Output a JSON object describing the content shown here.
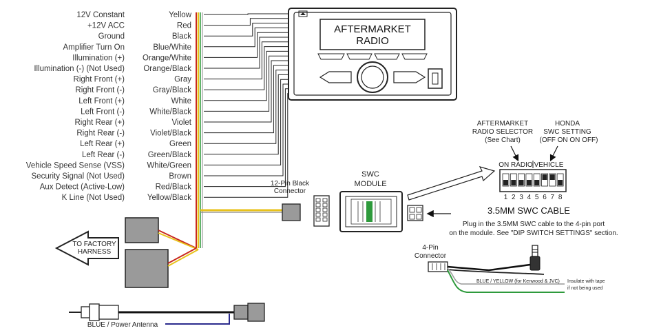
{
  "wires": [
    {
      "function": "12V Constant",
      "color": "Yellow"
    },
    {
      "function": "+12V ACC",
      "color": "Red"
    },
    {
      "function": "Ground",
      "color": "Black"
    },
    {
      "function": "Amplifier Turn On",
      "color": "Blue/White"
    },
    {
      "function": "Illumination (+)",
      "color": "Orange/White"
    },
    {
      "function": "Illumination (-) (Not Used)",
      "color": "Orange/Black"
    },
    {
      "function": "Right Front (+)",
      "color": "Gray"
    },
    {
      "function": "Right Front (-)",
      "color": "Gray/Black"
    },
    {
      "function": "Left Front (+)",
      "color": "White"
    },
    {
      "function": "Left Front (-)",
      "color": "White/Black"
    },
    {
      "function": "Right Rear (+)",
      "color": "Violet"
    },
    {
      "function": "Right Rear (-)",
      "color": "Violet/Black"
    },
    {
      "function": "Left Rear (+)",
      "color": "Green"
    },
    {
      "function": "Left Rear (-)",
      "color": "Green/Black"
    },
    {
      "function": "Vehicle Speed Sense (VSS)",
      "color": "White/Green"
    },
    {
      "function": "Security Signal (Not Used)",
      "color": "Brown"
    },
    {
      "function": "Aux Detect (Active-Low)",
      "color": "Red/Black"
    },
    {
      "function": "K Line (Not Used)",
      "color": "Yellow/Black"
    }
  ],
  "radio": {
    "line1": "AFTERMARKET",
    "line2": "RADIO"
  },
  "factory_harness": {
    "line1": "TO FACTORY",
    "line2": "HARNESS"
  },
  "connector_12pin": {
    "line1": "12-Pin Black",
    "line2": "Connector"
  },
  "swc_module": {
    "line1": "SWC",
    "line2": "MODULE"
  },
  "selector": {
    "line1": "AFTERMARKET",
    "line2": "RADIO SELECTOR",
    "line3": "(See Chart)"
  },
  "honda": {
    "line1": "HONDA",
    "line2": "SWC SETTING",
    "line3": "(OFF  ON  ON  OFF)"
  },
  "dip": {
    "on_radio": "ON RADIO",
    "vehicle": "VEHICLE",
    "numbers": [
      "1",
      "2",
      "3",
      "4",
      "5",
      "6",
      "7",
      "8"
    ]
  },
  "cable": {
    "title": "3.5MM SWC CABLE",
    "note1": "Plug in the 3.5MM SWC cable to the 4-pin port",
    "note2": "on the module. See \"DIP SWITCH SETTINGS\" section."
  },
  "connector_4pin": {
    "line1": "4-Pin",
    "line2": "Connector"
  },
  "blue_yellow_label": "BLUE / YELLOW (for Kenwood & JVC)",
  "insulate": {
    "line1": "Insulate with tape",
    "line2": "if not being used"
  },
  "antenna_label": "BLUE / Power Antenna",
  "colors": {
    "yellow": "#e8c21a",
    "red": "#c8281e",
    "blue": "#2a2a8c",
    "green": "#2e9a3c"
  }
}
